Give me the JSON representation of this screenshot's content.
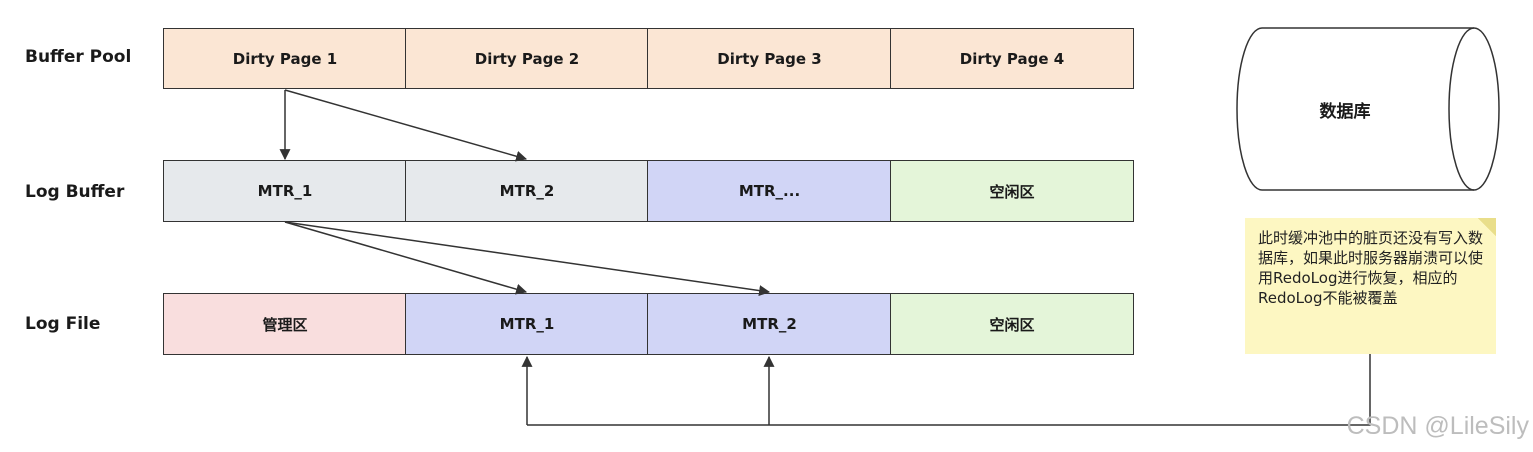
{
  "rows": {
    "buffer_pool": {
      "label": "Buffer Pool",
      "cells": [
        "Dirty Page 1",
        "Dirty Page 2",
        "Dirty Page 3",
        "Dirty Page 4"
      ]
    },
    "log_buffer": {
      "label": "Log Buffer",
      "cells": [
        "MTR_1",
        "MTR_2",
        "MTR_...",
        "空闲区"
      ]
    },
    "log_file": {
      "label": "Log File",
      "cells": [
        "管理区",
        "MTR_1",
        "MTR_2",
        "空闲区"
      ]
    }
  },
  "database": {
    "label": "数据库"
  },
  "note": {
    "text": "此时缓冲池中的脏页还没有写入数据库，如果此时服务器崩溃可以使用RedoLog进行恢复，相应的RedoLog不能被覆盖"
  },
  "watermark": "CSDN @LileSily",
  "colors": {
    "buffer_pool_cell": "#fbe6d4",
    "log_buffer_cell": "#e6e9ec",
    "mtr_cell": "#d1d5f6",
    "free_area_cell": "#e4f5d9",
    "management_area_cell": "#f9dede",
    "note_background": "#fdf7c2",
    "stroke": "#333333"
  }
}
